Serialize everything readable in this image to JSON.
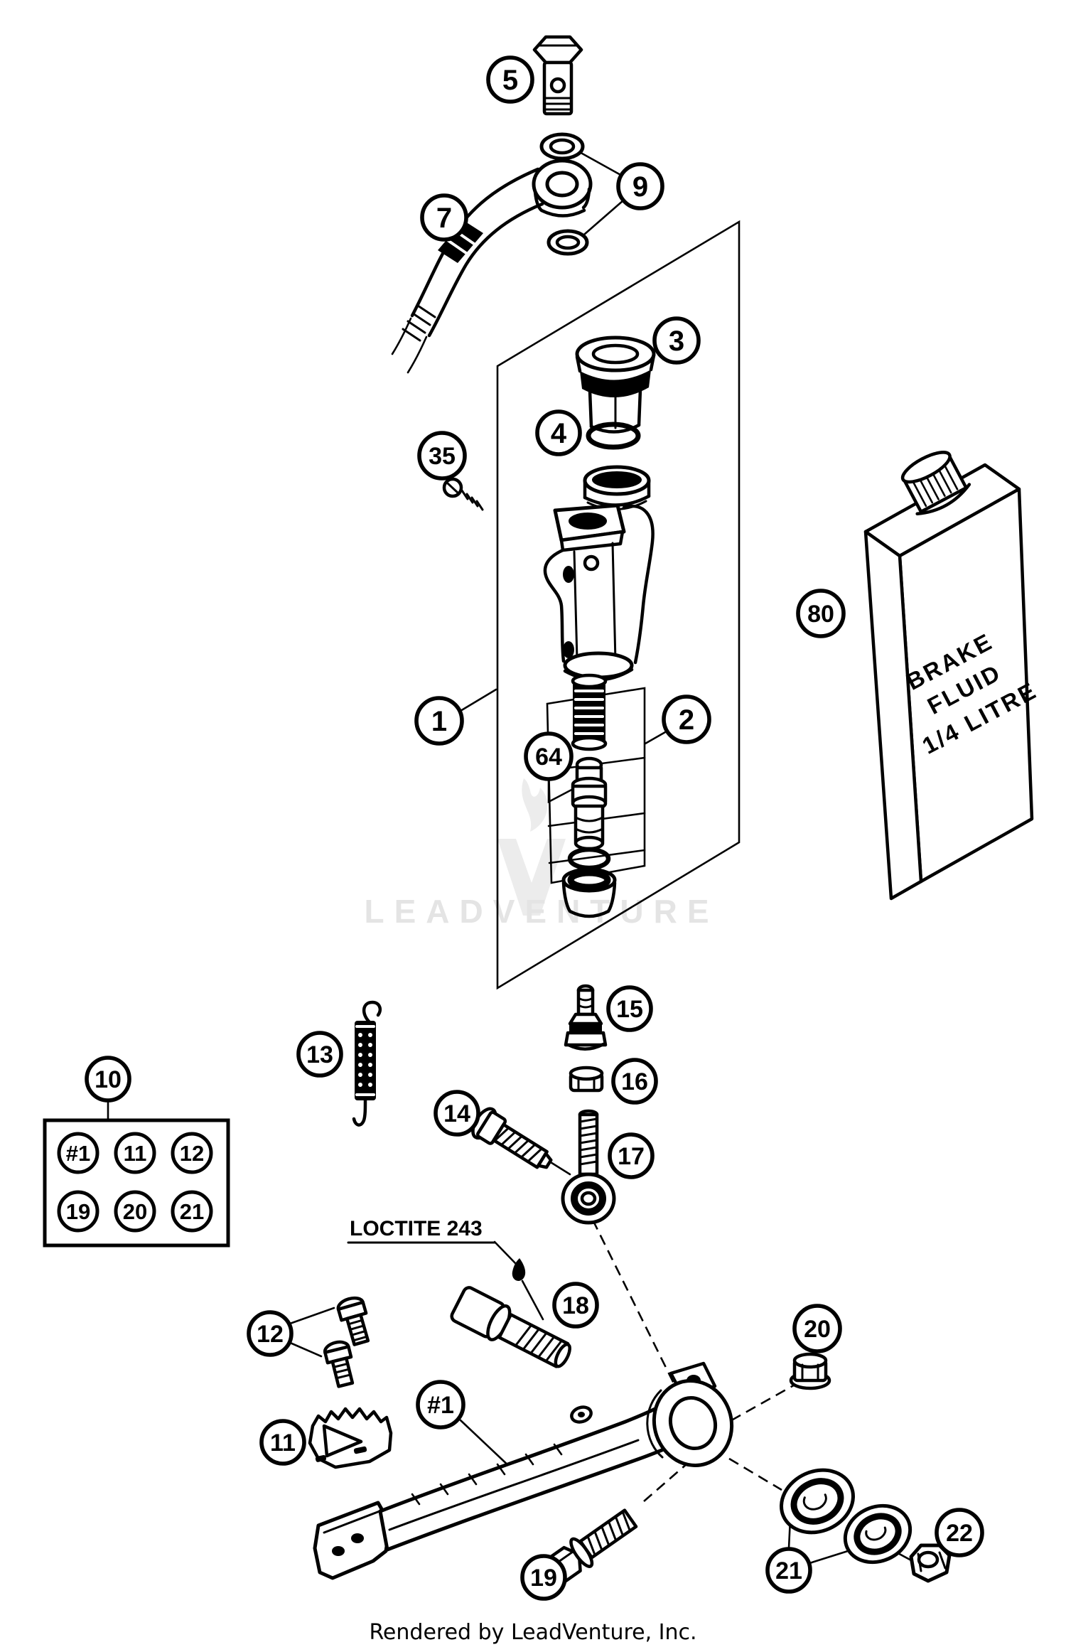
{
  "watermark": {
    "brand": "LEADVENTURE"
  },
  "footer": {
    "credit": "Rendered by LeadVenture, Inc."
  },
  "notes": {
    "loctite": "LOCTITE 243"
  },
  "bottle": {
    "line1": "BRAKE",
    "line2": "FLUID",
    "line3": "1/4 LITRE"
  },
  "callouts": {
    "n1": "1",
    "n2": "2",
    "n3": "3",
    "n4": "4",
    "n5": "5",
    "n7": "7",
    "n9": "9",
    "n10": "10",
    "n11": "11",
    "n12": "12",
    "n13": "13",
    "n14": "14",
    "n15": "15",
    "n16": "16",
    "n17": "17",
    "n18": "18",
    "n19": "19",
    "n20": "20",
    "n21": "21",
    "n22": "22",
    "n35": "35",
    "n64": "64",
    "n80": "80",
    "hash1": "#1"
  },
  "legend": {
    "items": [
      "#1",
      "11",
      "12",
      "19",
      "20",
      "21"
    ]
  },
  "colors": {
    "line": "#000000",
    "background": "#ffffff",
    "watermark": "#e4e4e4"
  }
}
